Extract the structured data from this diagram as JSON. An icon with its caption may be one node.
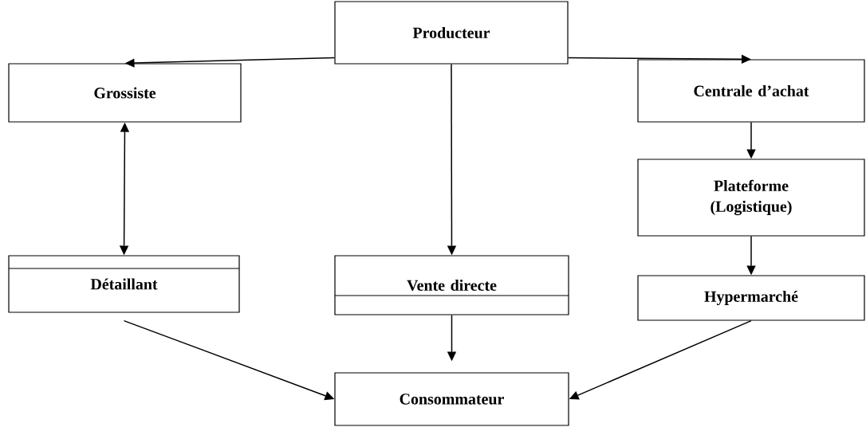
{
  "diagram": {
    "nodes": [
      {
        "text": [
          "Producteur"
        ]
      },
      {
        "text": [
          "Grossiste"
        ]
      },
      {
        "text": [
          "Centrale d’achat"
        ]
      },
      {
        "text": [
          "Plateforme (Logistique)"
        ]
      },
      {
        "text": [
          "Détaillant"
        ]
      },
      {
        "text": [
          "Vente directe"
        ]
      },
      {
        "text": [
          "Hypermarché"
        ]
      },
      {
        "text": [
          "Consommateur"
        ]
      }
    ],
    "edges": [
      {
        "from": 0,
        "to": 1,
        "arrow": "to"
      },
      {
        "from": 0,
        "to": 2,
        "arrow": "to"
      },
      {
        "from": 1,
        "to": 4,
        "arrow": "both"
      },
      {
        "from": 0,
        "to": 5,
        "arrow": "to"
      },
      {
        "from": 2,
        "to": 3,
        "arrow": "to"
      },
      {
        "from": 3,
        "to": 6,
        "arrow": "to"
      },
      {
        "from": 5,
        "to": 7,
        "arrow": "to"
      },
      {
        "from": 4,
        "to": 7,
        "arrow": "to"
      },
      {
        "from": 6,
        "to": 7,
        "arrow": "to"
      }
    ]
  }
}
